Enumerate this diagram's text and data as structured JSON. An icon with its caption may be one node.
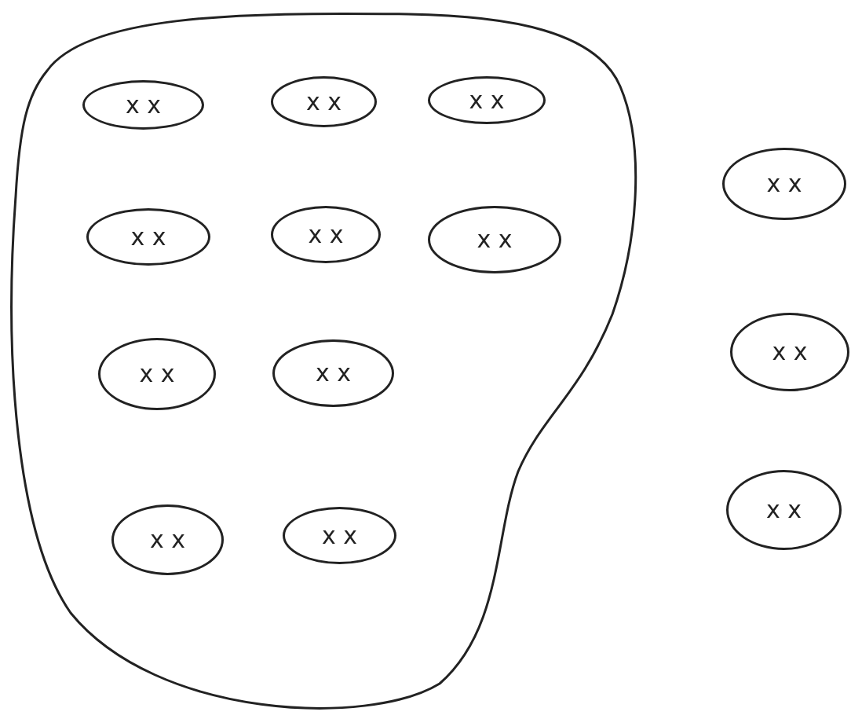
{
  "diagram": {
    "nodes": [
      {
        "text": [],
        "shape": "blob"
      },
      {
        "text": [
          "x x"
        ],
        "in": 0
      },
      {
        "text": [
          "x x"
        ],
        "in": 0
      },
      {
        "text": [
          "x x"
        ],
        "in": 0
      },
      {
        "text": [
          "x x"
        ],
        "in": 0
      },
      {
        "text": [
          "x x"
        ],
        "in": 0
      },
      {
        "text": [
          "x x"
        ],
        "in": 0
      },
      {
        "text": [
          "x x"
        ],
        "in": 0
      },
      {
        "text": [
          "x x"
        ],
        "in": 0
      },
      {
        "text": [
          "x x"
        ],
        "in": 0
      },
      {
        "text": [
          "x x"
        ],
        "in": 0
      },
      {
        "text": [
          "x x"
        ]
      },
      {
        "text": [
          "x x"
        ]
      },
      {
        "text": [
          "x x"
        ]
      }
    ]
  }
}
